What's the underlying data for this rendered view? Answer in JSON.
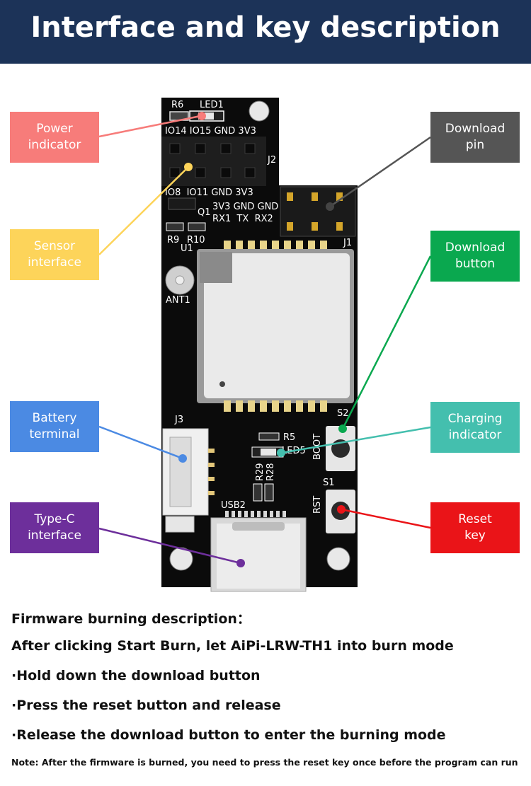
{
  "header": {
    "title": "Interface and key description"
  },
  "labels": {
    "power_indicator": "Power\nindicator",
    "sensor_interface": "Sensor\ninterface",
    "battery_terminal": "Battery\nterminal",
    "type_c_interface": "Type-C\ninterface",
    "download_pin": "Download\npin",
    "download_button": "Download\nbutton",
    "charging_indicator": "Charging\nindicator",
    "reset_key": "Reset\nkey"
  },
  "colors": {
    "header_bg": "#1c3358",
    "power_indicator": "#f77c7a",
    "sensor_interface": "#fdd45a",
    "battery_terminal": "#4b8ae3",
    "type_c_interface": "#6d2f9b",
    "download_pin": "#555555",
    "download_button": "#0aa84f",
    "charging_indicator": "#44bfae",
    "reset_key": "#ea1418"
  },
  "board": {
    "silk": {
      "r6": "R6",
      "led1": "LED1",
      "pins_top": "IO14 IO15 GND 3V3",
      "j2": "J2",
      "pins_mid": "IO8  IO11 GND 3V3",
      "q1": "Q1",
      "r9": "R9",
      "r10": "R10",
      "u1": "U1",
      "pins_row1": "3V3 GND GND",
      "pins_row2": "RX1  TX  RX2",
      "j1": "J1",
      "ant1": "ANT1",
      "j3": "J3",
      "s2": "S2",
      "r5": "R5",
      "led5": "LED5",
      "boot": "BOOT",
      "r29": "R29",
      "r28": "R28",
      "s1": "S1",
      "rst": "RST",
      "usb2": "USB2"
    }
  },
  "description": {
    "title": "Firmware burning description：",
    "intro": "After clicking Start Burn, let AiPi-LRW-TH1 into burn mode",
    "steps": [
      "·Hold down the download button",
      "·Press the reset button and release",
      "·Release the download button to enter the burning mode"
    ],
    "note": "Note: After the firmware is burned, you need to press the reset key once before the program can run"
  }
}
